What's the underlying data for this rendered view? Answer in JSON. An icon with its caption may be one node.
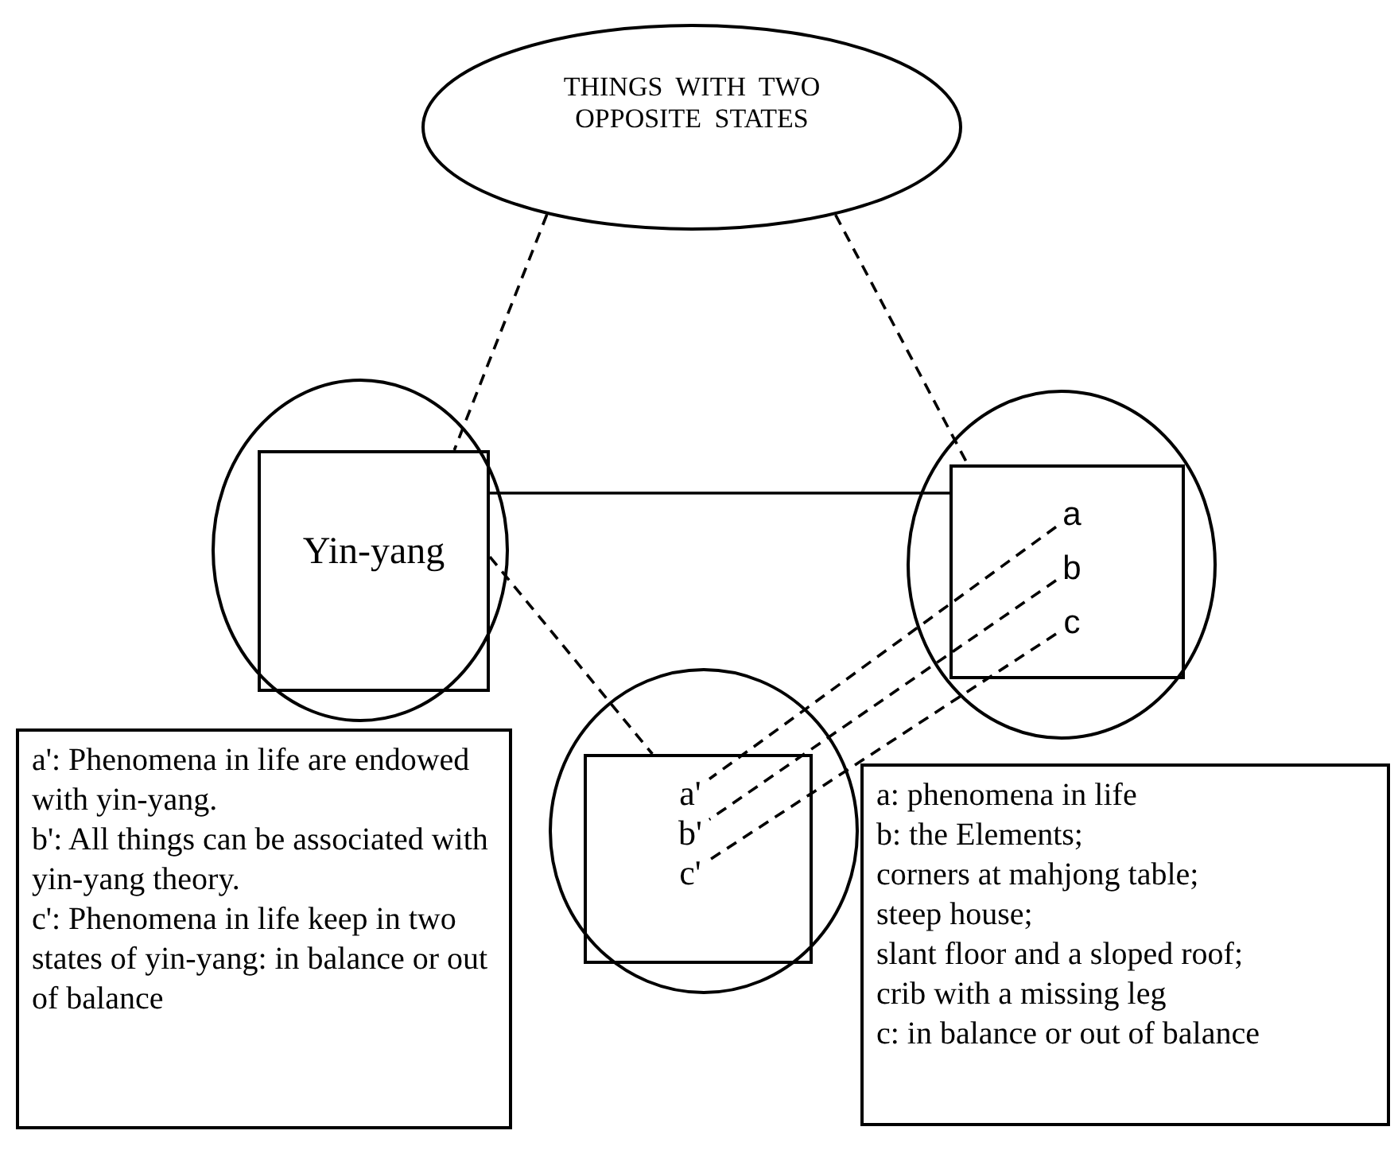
{
  "diagram": {
    "nodes": [
      {
        "text": [
          "THINGS WITH TWO OPPOSITE STATES"
        ]
      },
      {
        "text": [],
        "shape": "circle"
      },
      {
        "text": [
          "Yin-yang"
        ],
        "in": 1
      },
      {
        "text": [],
        "shape": "circle"
      },
      {
        "text": [],
        "shape": "box",
        "in": 3
      },
      {
        "text": [
          "a"
        ],
        "in": 4
      },
      {
        "text": [
          "b"
        ],
        "in": 4
      },
      {
        "text": [
          "c"
        ],
        "in": 4
      },
      {
        "text": [],
        "shape": "circle"
      },
      {
        "text": [],
        "shape": "box",
        "in": 8
      },
      {
        "text": [
          "a'"
        ],
        "in": 9
      },
      {
        "text": [
          "b'"
        ],
        "in": 9
      },
      {
        "text": [
          "c'"
        ],
        "in": 9
      },
      {
        "text": [
          "a': Phenomena in life are endowed with yin-yang.",
          "b': All things can be associated with yin-yang theory.",
          "c': Phenomena in life keep in two states of yin-yang: in balance or out of balance"
        ]
      },
      {
        "text": [
          "a: phenomena in life",
          "b: the Elements;",
          "corners at mahjong table;",
          "steep house;",
          "slant floor and a sloped roof;",
          "crib with a missing leg",
          "c: in balance or out of balance"
        ]
      }
    ],
    "edges": [
      {
        "from": 0,
        "to": 2,
        "arrow": "none",
        "style": "dashed"
      },
      {
        "from": 0,
        "to": 4,
        "arrow": "none",
        "style": "dashed"
      },
      {
        "from": 2,
        "to": 4,
        "arrow": "none"
      },
      {
        "from": 2,
        "to": 9,
        "arrow": "none",
        "style": "dashed"
      },
      {
        "from": 5,
        "to": 10,
        "arrow": "none",
        "style": "dashed"
      },
      {
        "from": 6,
        "to": 11,
        "arrow": "none",
        "style": "dashed"
      },
      {
        "from": 7,
        "to": 12,
        "arrow": "none",
        "style": "dashed"
      }
    ]
  }
}
